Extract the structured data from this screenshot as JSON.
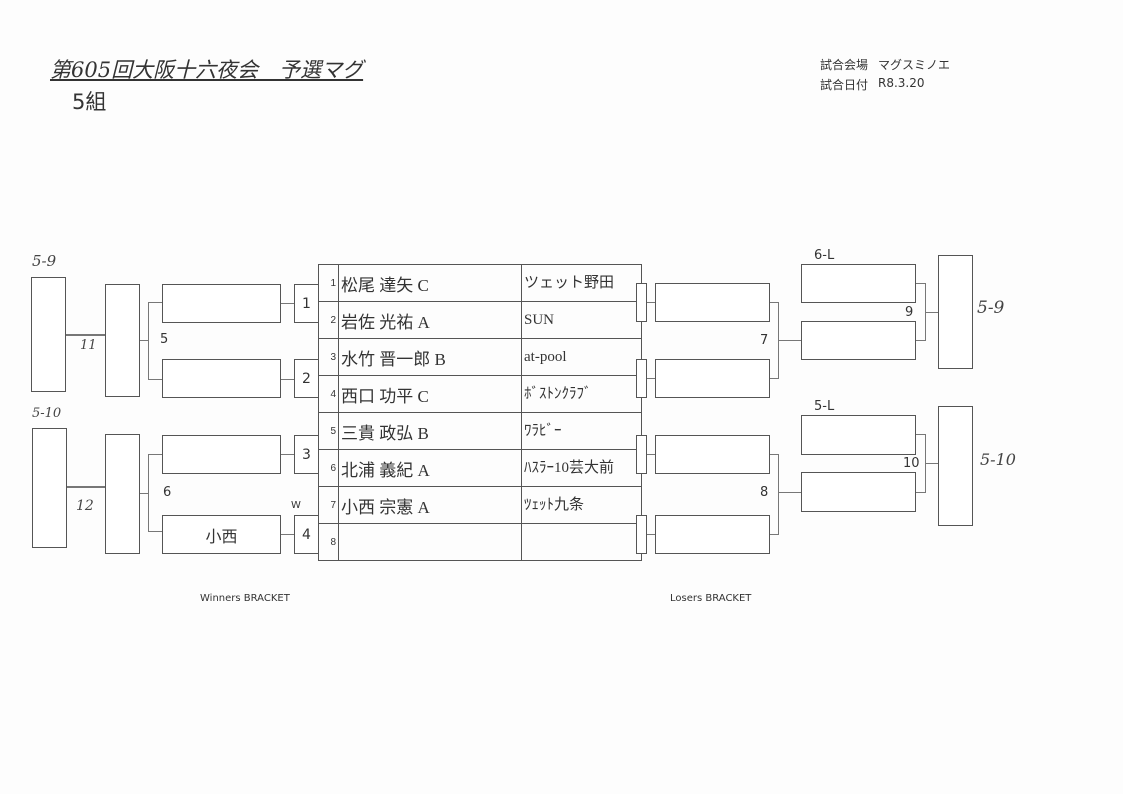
{
  "header": {
    "title": "第605回大阪十六夜会　予選マグ",
    "group": "5組",
    "venue_label": "試合会場",
    "venue": "マグスミノエ",
    "date_label": "試合日付",
    "date": "R8.3.20"
  },
  "players": [
    {
      "seed": "1",
      "name": "松尾 達矢 C",
      "team": "ツェット野田"
    },
    {
      "seed": "2",
      "name": "岩佐 光祐 A",
      "team": "SUN"
    },
    {
      "seed": "3",
      "name": "水竹 晋一郎 B",
      "team": "at-pool"
    },
    {
      "seed": "4",
      "name": "西口 功平 C",
      "team": "ﾎﾞｽﾄﾝｸﾗﾌﾞ"
    },
    {
      "seed": "5",
      "name": "三貴 政弘 B",
      "team": "ﾜﾗﾋﾞｰ"
    },
    {
      "seed": "6",
      "name": "北浦 義紀 A",
      "team": "ﾊｽﾗｰ10芸大前"
    },
    {
      "seed": "7",
      "name": "小西 宗憲 A",
      "team": "ﾂｪｯﾄ九条"
    },
    {
      "seed": "8",
      "name": "",
      "team": ""
    }
  ],
  "winners": {
    "label": "Winners BRACKET",
    "m1": "1",
    "m2": "2",
    "m3": "3",
    "m4": "4",
    "m5": "5",
    "m6": "6",
    "m4_winner": "小西",
    "w_mark": "W",
    "m11": "11",
    "m12": "12",
    "out_top": "5-9",
    "out_bottom": "5-10"
  },
  "losers": {
    "label": "Losers BRACKET",
    "m7": "7",
    "m8": "8",
    "m9": "9",
    "m10": "10",
    "in_top": "6-L",
    "in_bottom": "5-L",
    "out_top": "5-9",
    "out_bottom": "5-10"
  }
}
